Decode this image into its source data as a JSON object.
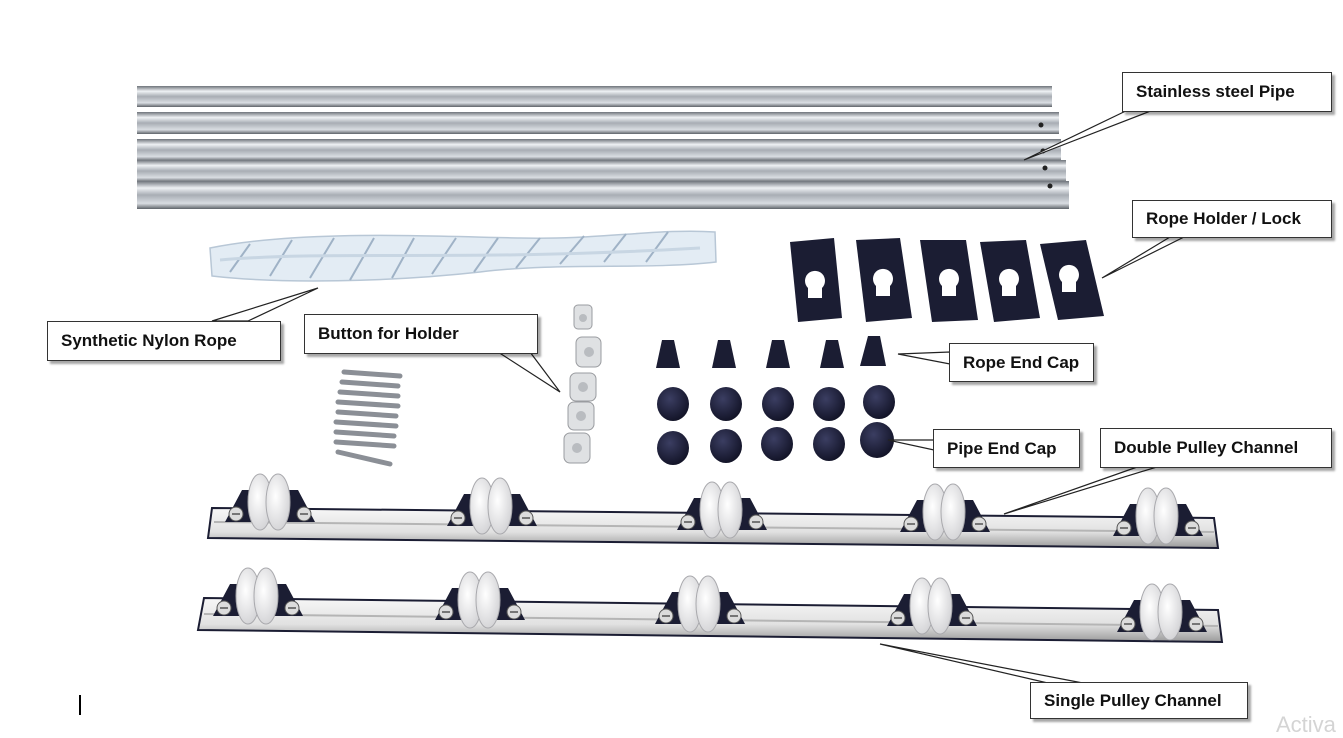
{
  "labels": {
    "stainless_pipe": "Stainless steel Pipe",
    "rope_holder": "Rope Holder / Lock",
    "nylon_rope": "Synthetic Nylon Rope",
    "button_holder": "Button for Holder",
    "rope_end_cap": "Rope End Cap",
    "pipe_end_cap": "Pipe End Cap",
    "double_pulley": "Double Pulley Channel",
    "single_pulley": "Single Pulley Channel"
  },
  "watermark": "Activa",
  "colors": {
    "pipe_steel": "#b7bcc3",
    "rope": "#e3ecf4",
    "black_parts": "#1b1d33",
    "pulley": "#ebe9ea",
    "channel": "#ececec"
  }
}
